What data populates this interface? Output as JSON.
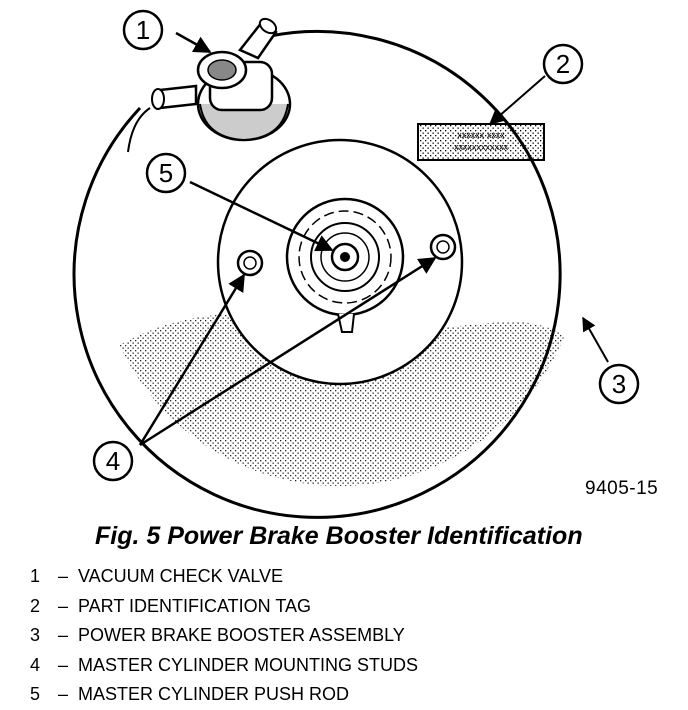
{
  "figure": {
    "code": "9405-15",
    "caption": "Fig. 5 Power Brake Booster Identification"
  },
  "tag": {
    "line1": "xxxxxx xxxx",
    "line2": "xxxxxxxxxxxx"
  },
  "callouts": [
    {
      "number": "1",
      "label": "VACUUM CHECK VALVE"
    },
    {
      "number": "2",
      "label": "PART IDENTIFICATION TAG"
    },
    {
      "number": "3",
      "label": "POWER BRAKE BOOSTER ASSEMBLY"
    },
    {
      "number": "4",
      "label": "MASTER CYLINDER MOUNTING STUDS"
    },
    {
      "number": "5",
      "label": "MASTER CYLINDER PUSH ROD"
    }
  ],
  "legend_separator": "–"
}
